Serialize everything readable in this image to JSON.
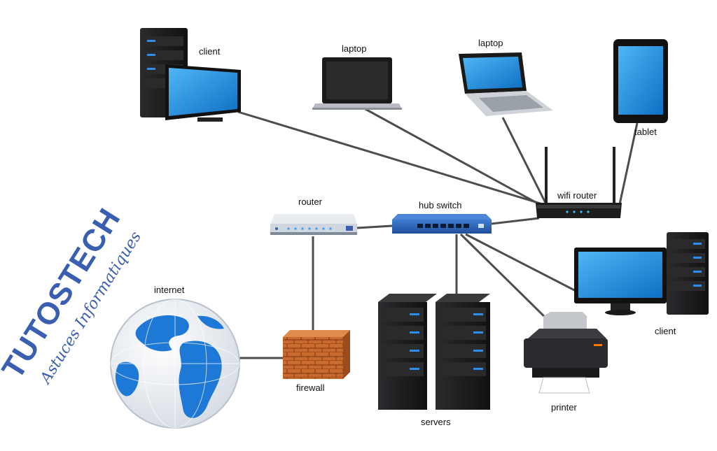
{
  "labels": {
    "client_top": "client",
    "laptop_1": "laptop",
    "laptop_2": "laptop",
    "tablet": "tablet",
    "wifi_router": "wifi router",
    "router": "router",
    "hub_switch": "hub switch",
    "internet": "internet",
    "firewall": "firewall",
    "servers": "servers",
    "printer": "printer",
    "client_right": "client"
  },
  "logo": {
    "title": "TUTOSTECH",
    "subtitle": "Astuces Informatiques"
  },
  "colors": {
    "screen": "#1e8fe0",
    "tower": "#1d1d1f",
    "switch": "#2a62b5",
    "cable": "#4a4a4a",
    "brick": "#c0622a",
    "logo": "#3a5fb0"
  },
  "icons": [
    "desktop-client-icon",
    "laptop-icon",
    "tablet-icon",
    "wifi-router-icon",
    "router-icon",
    "hub-switch-icon",
    "globe-icon",
    "firewall-icon",
    "server-rack-icon",
    "printer-icon"
  ]
}
